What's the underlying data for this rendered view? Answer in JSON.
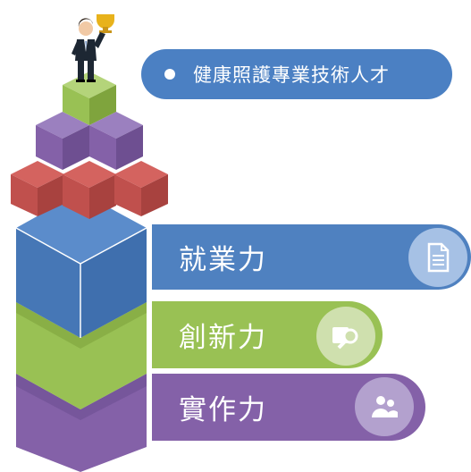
{
  "top_pill": {
    "text": "健康照護專業技術人才"
  },
  "bars": [
    {
      "label": "就業力",
      "icon": "document-icon",
      "color": "#4f81c0"
    },
    {
      "label": "創新力",
      "icon": "magnifier-icon",
      "color": "#99c154"
    },
    {
      "label": "實作力",
      "icon": "people-icon",
      "color": "#8461a8"
    }
  ],
  "decor": {
    "figure": "businessman-with-trophy",
    "blocks": [
      "green",
      "purple",
      "red",
      "blue"
    ]
  }
}
